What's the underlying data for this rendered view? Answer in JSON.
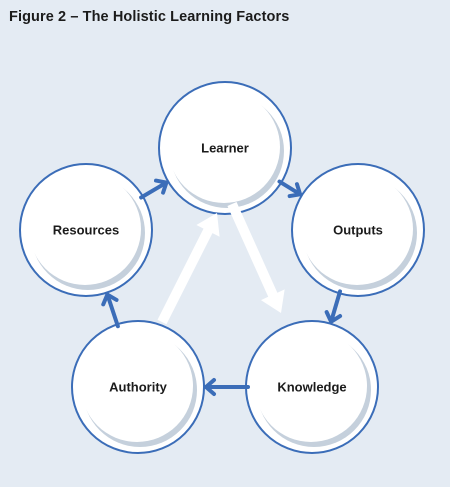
{
  "figure": {
    "title": "Figure 2 – The Holistic Learning Factors"
  },
  "colors": {
    "background": "#e4ebf3",
    "ring": "#3b6db8",
    "arrow": "#3b6db8",
    "flow_arrow": "#ffffff",
    "shadow": "#c5d0dc"
  },
  "nodes": [
    {
      "id": "learner",
      "label": "Learner"
    },
    {
      "id": "outputs",
      "label": "Outputs"
    },
    {
      "id": "knowledge",
      "label": "Knowledge"
    },
    {
      "id": "authority",
      "label": "Authority"
    },
    {
      "id": "resources",
      "label": "Resources"
    }
  ],
  "edges": [
    {
      "from": "learner",
      "to": "outputs",
      "style": "blue"
    },
    {
      "from": "outputs",
      "to": "knowledge",
      "style": "blue"
    },
    {
      "from": "knowledge",
      "to": "authority",
      "style": "blue"
    },
    {
      "from": "authority",
      "to": "resources",
      "style": "blue"
    },
    {
      "from": "resources",
      "to": "learner",
      "style": "blue"
    },
    {
      "from": "learner",
      "to": "knowledge",
      "style": "white"
    },
    {
      "from": "authority",
      "to": "learner",
      "style": "white"
    }
  ]
}
